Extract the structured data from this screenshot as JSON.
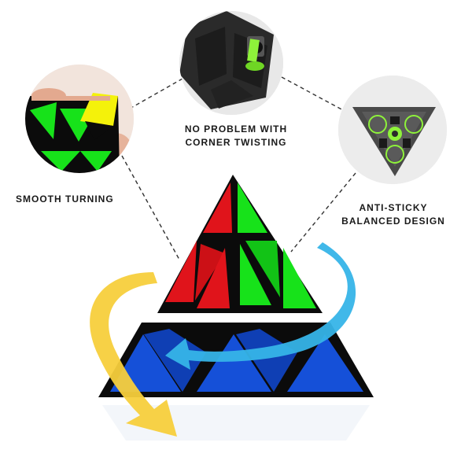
{
  "callouts": {
    "corner": {
      "line1": "NO PROBLEM WITH",
      "line2": "CORNER TWISTING",
      "icon": "corner-mechanism-closeup"
    },
    "smooth": {
      "line1": "SMOOTH TURNING",
      "icon": "hand-turning-closeup"
    },
    "anti": {
      "line1": "ANTI-STICKY",
      "line2": "BALANCED DESIGN",
      "icon": "internal-core-closeup"
    }
  },
  "colors": {
    "red": "#e0141b",
    "green": "#17e21a",
    "blue": "#1550d8",
    "yellow": "#f4f20a",
    "body": "#0b0b0b",
    "arrow_yellow": "#f7cf3c",
    "arrow_blue": "#36b4e8"
  }
}
